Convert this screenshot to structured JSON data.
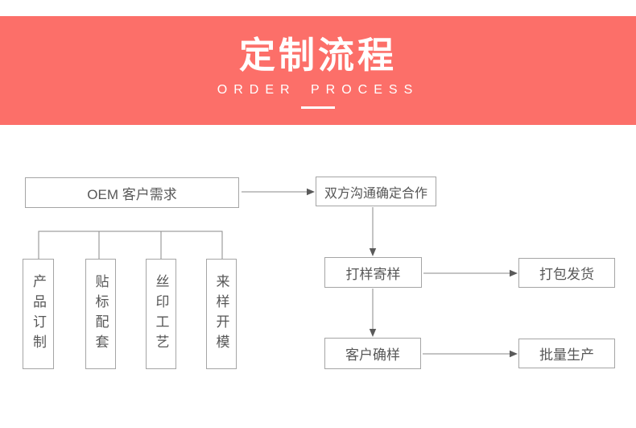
{
  "banner": {
    "title": "定制流程",
    "subtitle": "ORDER PROCESS"
  },
  "flow": {
    "oem": "OEM 客户需求",
    "communicate": "双方沟通确定合作",
    "branches": [
      "产品订制",
      "贴标配套",
      "丝印工艺",
      "来样开模"
    ],
    "proof": "打样寄样",
    "ship": "打包发货",
    "confirm": "客户确样",
    "mass": "批量生产"
  },
  "colors": {
    "banner_bg": "#fc6f69",
    "banner_text": "#ffffff",
    "box_border": "#a5a5a5",
    "box_text": "#575757",
    "line": "#8a8a8a",
    "arrowhead": "#5a5a5a",
    "page_bg": "#ffffff"
  }
}
